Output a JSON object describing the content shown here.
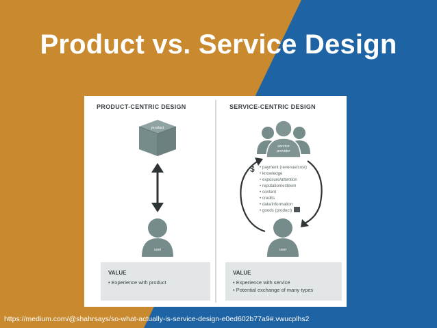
{
  "slide": {
    "title": "Product vs. Service Design",
    "source_url": "https://medium.com/@shahrsays/so-what-actually-is-service-design-e0ed602b77a9#.vwucplhs2",
    "colors": {
      "orange": "#c8892f",
      "blue": "#1e63a4",
      "icon": "#768c8b",
      "text": "#3b4446"
    }
  },
  "product": {
    "heading": "PRODUCT-CENTRIC DESIGN",
    "product_label": "product",
    "user_label": "user",
    "value_heading": "VALUE",
    "value_items": [
      "• Experience with product"
    ]
  },
  "service": {
    "heading": "SERVICE-CENTRIC DESIGN",
    "provider_label": "service provider",
    "user_label": "user",
    "currency_symbol": "$",
    "exchange_items": [
      "• payment (revenue/cost)",
      "• knowledge",
      "• exposure/attention",
      "• reputation/esteem",
      "• content",
      "• credits",
      "• data/information",
      "• goods (product)"
    ],
    "value_heading": "VALUE",
    "value_items": [
      "• Experience with service",
      "• Potential exchange of many types"
    ]
  }
}
